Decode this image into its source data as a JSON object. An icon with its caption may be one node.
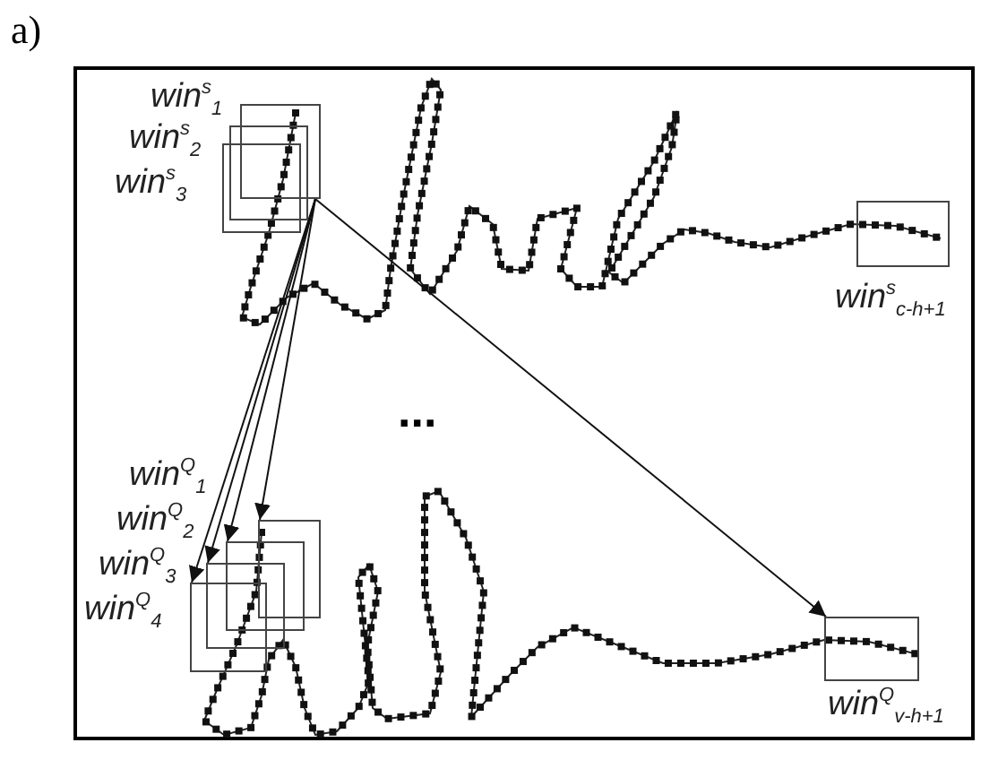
{
  "diagram": {
    "nodes": [
      {
        "text": [
          "win$^{s}$$_{1}$"
        ]
      },
      {
        "text": [
          "win$^{s}$$_{2}$"
        ]
      },
      {
        "text": [
          "win$^{s}$$_{3}$"
        ]
      },
      {
        "text": [
          "win$^{s}$$_{c-h+1}$"
        ]
      },
      {
        "text": [
          "win$^{Q}$$_{1}$"
        ]
      },
      {
        "text": [
          "win$^{Q}$$_{2}$"
        ]
      },
      {
        "text": [
          "win$^{Q}$$_{3}$"
        ]
      },
      {
        "text": [
          "win$^{Q}$$_{4}$"
        ]
      },
      {
        "text": [
          "win$^{Q}$$_{v-h+1}$"
        ]
      }
    ],
    "edges": [
      {
        "from": 0,
        "to": 4,
        "arrow": "to"
      },
      {
        "from": 0,
        "to": 5,
        "arrow": "to"
      },
      {
        "from": 0,
        "to": 6,
        "arrow": "to"
      },
      {
        "from": 0,
        "to": 7,
        "arrow": "to"
      },
      {
        "from": 0,
        "to": 8,
        "arrow": "to"
      }
    ],
    "labels": [
      "a)",
      "..."
    ]
  }
}
